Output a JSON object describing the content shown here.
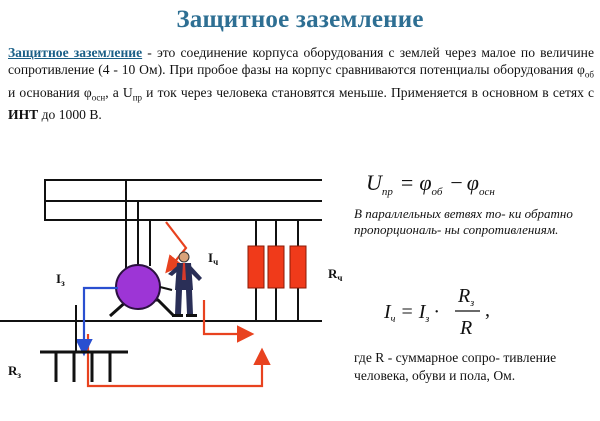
{
  "title": "Защитное заземление",
  "intro": {
    "term": "Защитное заземление",
    "part1": " - это соединение корпуса оборудования с землей через малое по величине сопротивление (4 - 10 Ом). При пробое фазы на корпус сравниваются потенциалы оборудования  φ",
    "sub_ob": "об",
    "part2": " и основания φ",
    "sub_osn": "осн",
    "part3": ", а U",
    "sub_pr": "пр",
    "part4": " и ток через человека становятся меньше. Применяется в основном в сетях с ",
    "bold_int": "ИНТ",
    "part5": " до 1000 В."
  },
  "formula_top": {
    "U": "U",
    "U_sub": "пр",
    "eq": "=",
    "phi1": "φ",
    "phi1_sub": "об",
    "minus": "−",
    "phi2": "φ",
    "phi2_sub": "осн"
  },
  "note": "В параллельных ветвях то- ки обратно пропорциональ- ны сопротивлениям.",
  "formula_bottom": {
    "I": "I",
    "I_sub": "ч",
    "eq": "=",
    "I2": "I",
    "I2_sub": "з",
    "dot": "·",
    "num": "R",
    "num_sub": "з",
    "den": "R",
    "comma": ","
  },
  "where": "где R - суммарное сопро- тивление человека, обуви и пола, Ом.",
  "labels": {
    "I_ch": "I",
    "I_ch_sub": "ч",
    "I_z": "I",
    "I_z_sub": "з",
    "R_ch": "R",
    "R_ch_sub": "ч",
    "R_z": "R",
    "R_z_sub": "з"
  },
  "colors": {
    "title": "#2e6f93",
    "current": "#e8421f",
    "ground_current": "#2a4fd0",
    "motor": "#9d35d6",
    "resistor": "#f03a1a"
  }
}
